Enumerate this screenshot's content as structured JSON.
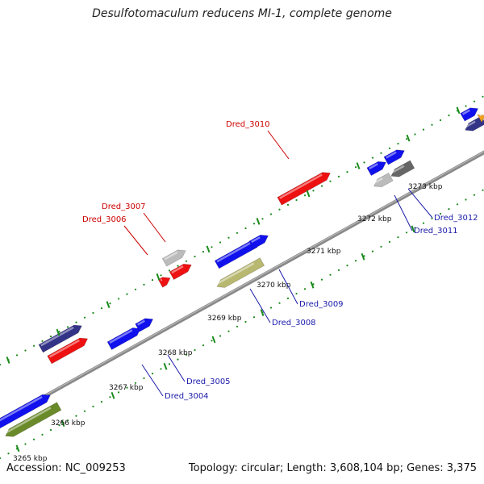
{
  "title": "Desulfotomaculum reducens MI-1, complete genome",
  "footer": {
    "accession": "Accession: NC_009253",
    "summary": "Topology: circular; Length: 3,608,104 bp; Genes: 3,375"
  },
  "colors": {
    "backbone": "#888888",
    "tick": "#1a8a1a",
    "forward_label": "#cc0000",
    "reverse_label": "#1a1aaa",
    "blue": "#1111ee",
    "red": "#ee1111",
    "grey": "#bbbbbb",
    "dark_grey": "#666666",
    "olive": "#b8b870",
    "green": "#6a8a2a",
    "navy": "#333388",
    "orange": "#f0a020"
  },
  "ticks": [
    {
      "label": "3265 kbp"
    },
    {
      "label": "3266 kbp"
    },
    {
      "label": "3267 kbp"
    },
    {
      "label": "3268 kbp"
    },
    {
      "label": "3269 kbp"
    },
    {
      "label": "3270 kbp"
    },
    {
      "label": "3271 kbp"
    },
    {
      "label": "3272 kbp"
    },
    {
      "label": "3273 kbp"
    }
  ],
  "gene_labels": [
    {
      "name": "Dred_3010",
      "strand": "forward"
    },
    {
      "name": "Dred_3007",
      "strand": "forward"
    },
    {
      "name": "Dred_3006",
      "strand": "forward"
    },
    {
      "name": "Dred_3012",
      "strand": "reverse"
    },
    {
      "name": "Dred_3011",
      "strand": "reverse"
    },
    {
      "name": "Dred_3009",
      "strand": "reverse"
    },
    {
      "name": "Dred_3008",
      "strand": "reverse"
    },
    {
      "name": "Dred_3005",
      "strand": "reverse"
    },
    {
      "name": "Dred_3004",
      "strand": "reverse"
    }
  ]
}
